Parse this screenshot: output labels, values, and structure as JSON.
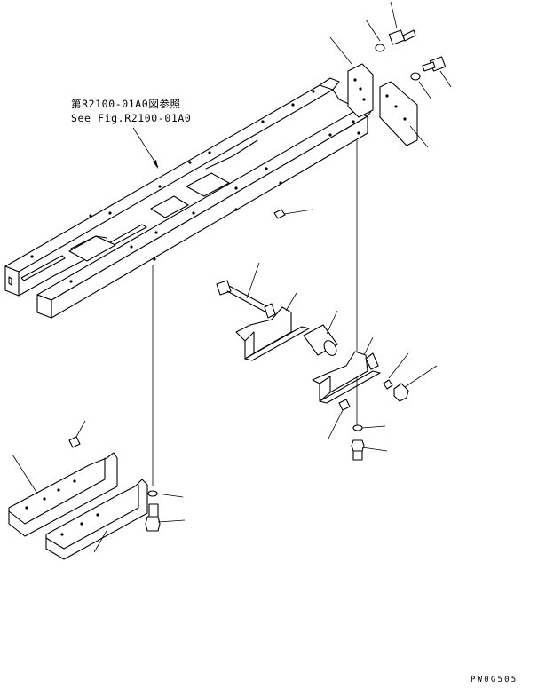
{
  "reference": {
    "line_jp": "第R2100-01A0図参照",
    "line_en": "See Fig.R2100-01A0"
  },
  "drawing_code": "PW0G505"
}
